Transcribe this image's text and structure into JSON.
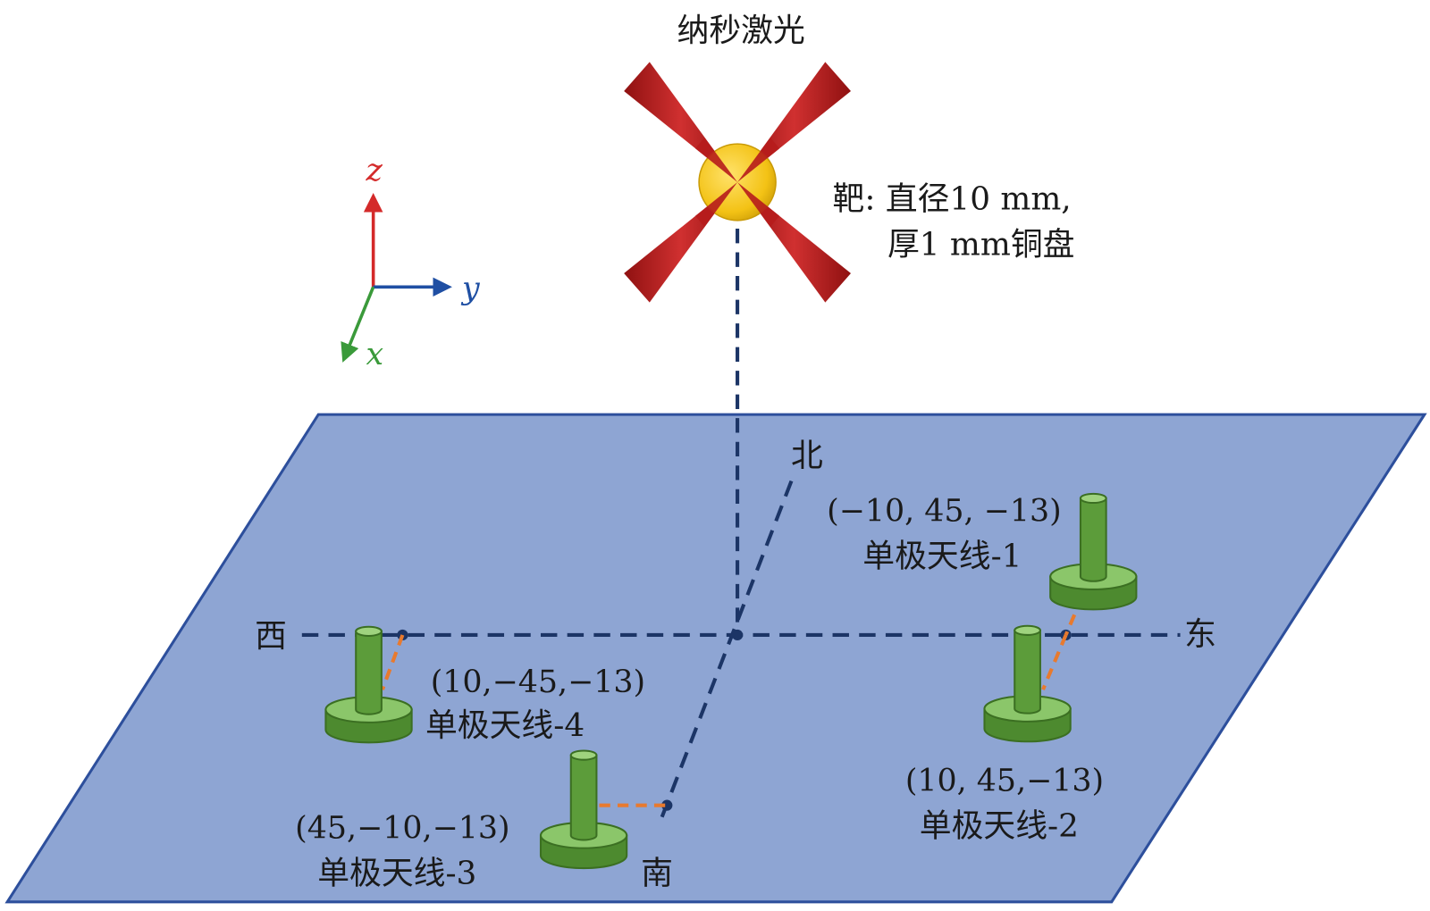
{
  "laser": {
    "title": "纳秒激光"
  },
  "target": {
    "line1": "靶: 直径10 mm,",
    "line2": "厚1 mm铜盘"
  },
  "axes": {
    "z": {
      "label": "z",
      "color": "#d42a2a"
    },
    "y": {
      "label": "y",
      "color": "#1f4fa3"
    },
    "x": {
      "label": "x",
      "color": "#3a9a3a"
    }
  },
  "compass": {
    "north": "北",
    "south": "南",
    "east": "东",
    "west": "西"
  },
  "antennas": [
    {
      "coord": "(−10, 45, −13)",
      "name": "单极天线-1"
    },
    {
      "coord": "(10, 45,−13)",
      "name": "单极天线-2"
    },
    {
      "coord": "(45,−10,−13)",
      "name": "单极天线-3"
    },
    {
      "coord": "(10,−45,−13)",
      "name": "单极天线-4"
    }
  ],
  "colors": {
    "plane_fill": "#8ea5d3",
    "plane_stroke": "#2d4f9c",
    "guide_line": "#1c3566",
    "antenna_green": "#6fae4a",
    "antenna_dark": "#4d8a2f",
    "offset_line": "#e87a2e",
    "beam": "#b71c1c",
    "target": "#f5c518"
  }
}
